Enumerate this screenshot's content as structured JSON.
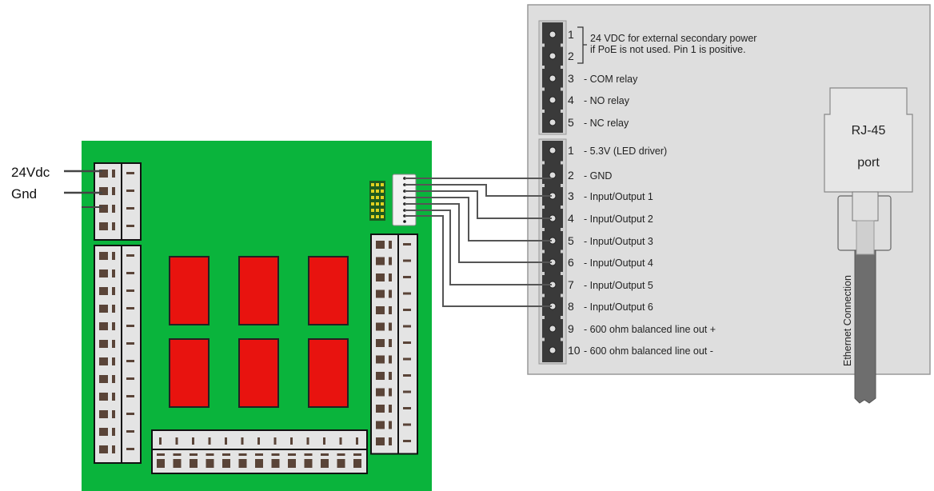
{
  "colors": {
    "board": "#0ab43c",
    "relay": "#e8130f",
    "panel": "#dedede",
    "connector": "#3a3a3a",
    "wire": "#555555",
    "terminal": "#e4e4e4"
  },
  "power_labels": [
    "24Vdc",
    "Gnd"
  ],
  "device": {
    "power_connector": {
      "pins": [
        {
          "num": "1",
          "label": ""
        },
        {
          "num": "2",
          "label": ""
        },
        {
          "num": "3",
          "label": "- COM relay"
        },
        {
          "num": "4",
          "label": "- NO relay"
        },
        {
          "num": "5",
          "label": "- NC relay"
        }
      ],
      "bracket_note": [
        "24 VDC for external secondary power",
        "if PoE is not used. Pin 1 is positive."
      ]
    },
    "io_connector": {
      "pins": [
        {
          "num": "1",
          "label": "- 5.3V (LED driver)"
        },
        {
          "num": "2",
          "label": "- GND"
        },
        {
          "num": "3",
          "label": "- Input/Output 1"
        },
        {
          "num": "4",
          "label": "- Input/Output 2"
        },
        {
          "num": "5",
          "label": "- Input/Output 3"
        },
        {
          "num": "6",
          "label": "- Input/Output 4"
        },
        {
          "num": "7",
          "label": "- Input/Output 5"
        },
        {
          "num": "8",
          "label": "- Input/Output 6"
        },
        {
          "num": "9",
          "label": "- 600 ohm balanced line out +"
        },
        {
          "num": "10",
          "label": "- 600 ohm balanced line out -"
        }
      ]
    },
    "rj45": {
      "line1": "RJ-45",
      "line2": "port"
    },
    "cable_label": "Ethernet Connection"
  }
}
